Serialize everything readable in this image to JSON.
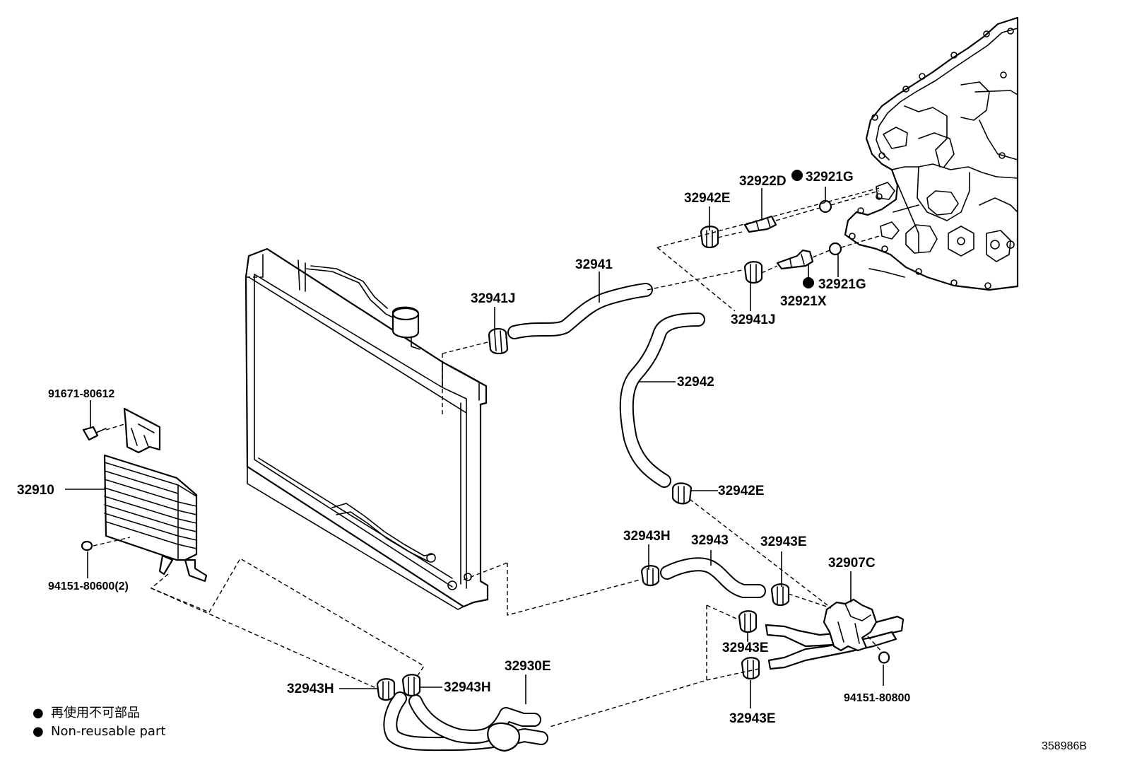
{
  "diagram_code": "358986B",
  "legend": {
    "items": [
      {
        "symbol": "●",
        "text": "再使用不可部品"
      },
      {
        "symbol": "●",
        "text": "Non-reusable part"
      }
    ]
  },
  "callouts": {
    "c_91671": {
      "text": "91671-80612"
    },
    "c_32910": {
      "text": "32910"
    },
    "c_94151_600": {
      "text": "94151-80600(2)"
    },
    "c_32941J_a": {
      "text": "32941J"
    },
    "c_32941": {
      "text": "32941"
    },
    "c_32942E_a": {
      "text": "32942E"
    },
    "c_32922D": {
      "text": "32922D"
    },
    "c_32921G_a": {
      "text": "32921G",
      "non_reusable": true
    },
    "c_32921G_b": {
      "text": "32921G",
      "non_reusable": true
    },
    "c_32921X": {
      "text": "32921X"
    },
    "c_32941J_b": {
      "text": "32941J"
    },
    "c_32942": {
      "text": "32942"
    },
    "c_32942E_b": {
      "text": "32942E"
    },
    "c_32943H_a": {
      "text": "32943H"
    },
    "c_32943": {
      "text": "32943"
    },
    "c_32943E_a": {
      "text": "32943E"
    },
    "c_32907C": {
      "text": "32907C"
    },
    "c_32943E_b": {
      "text": "32943E"
    },
    "c_32943E_c": {
      "text": "32943E"
    },
    "c_94151_800": {
      "text": "94151-80800"
    },
    "c_32930E": {
      "text": "32930E"
    },
    "c_32943H_b": {
      "text": "32943H"
    },
    "c_32943H_c": {
      "text": "32943H"
    }
  }
}
